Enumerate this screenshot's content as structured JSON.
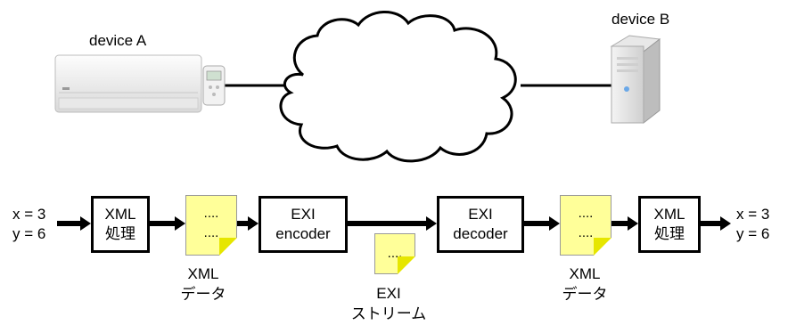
{
  "devices": {
    "a_label": "device A",
    "b_label": "device B"
  },
  "pipeline": {
    "input": {
      "line1": "x = 3",
      "line2": "y = 6"
    },
    "xml_process_1": {
      "line1": "XML",
      "line2": "処理"
    },
    "xml_data_1": {
      "dots1": "....",
      "dots2": "....",
      "label1": "XML",
      "label2": "データ"
    },
    "encoder": {
      "line1": "EXI",
      "line2": "encoder"
    },
    "exi_stream": {
      "dots": "....",
      "label1": "EXI",
      "label2": "ストリーム"
    },
    "decoder": {
      "line1": "EXI",
      "line2": "decoder"
    },
    "xml_data_2": {
      "dots1": "....",
      "dots2": "....",
      "label1": "XML",
      "label2": "データ"
    },
    "xml_process_2": {
      "line1": "XML",
      "line2": "処理"
    },
    "output": {
      "line1": "x = 3",
      "line2": "y = 6"
    }
  }
}
